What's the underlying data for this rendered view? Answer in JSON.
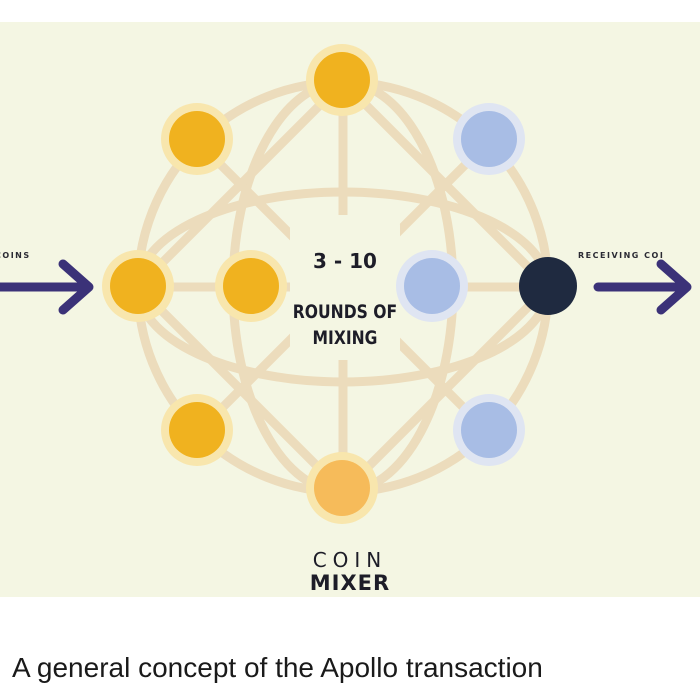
{
  "diagram": {
    "label_incoming": "ING COINS",
    "label_receiving": "RECEIVING COI",
    "rounds_count": "3 - 10",
    "rounds_text": "ROUNDS OF MIXING",
    "coin_label": "COIN",
    "mixer_label": "MIXER"
  },
  "caption": "A general concept of the Apollo transaction",
  "colors": {
    "background": "#f4f6e3",
    "grid_lines": "#ecdcbc",
    "coin_gold": "#f0b21f",
    "coin_gold_glow": "#f8e6ad",
    "coin_light_orange": "#f6bb5a",
    "coin_blue": "#a8bde5",
    "coin_blue_glow": "#dfe5f2",
    "coin_dark": "#1f2a40",
    "arrow": "#3b3278"
  },
  "icons": {
    "input_arrow": "right-arrow-icon",
    "output_arrow": "right-arrow-icon"
  }
}
